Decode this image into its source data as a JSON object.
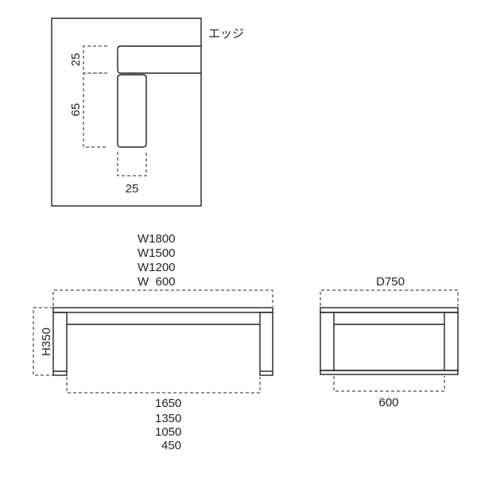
{
  "detail": {
    "edge_label": "エッジ",
    "dim_top": "25",
    "dim_side": "65",
    "dim_bottom": "25"
  },
  "front_view": {
    "widths": [
      "W1800",
      "W1500",
      "W1200",
      "W  600"
    ],
    "height": "H350",
    "inner_widths": [
      "1650",
      "1350",
      "1050",
      "450"
    ]
  },
  "side_view": {
    "depth": "D750",
    "inner_depth": "600"
  },
  "colors": {
    "line": "#231f20",
    "background": "#ffffff"
  }
}
